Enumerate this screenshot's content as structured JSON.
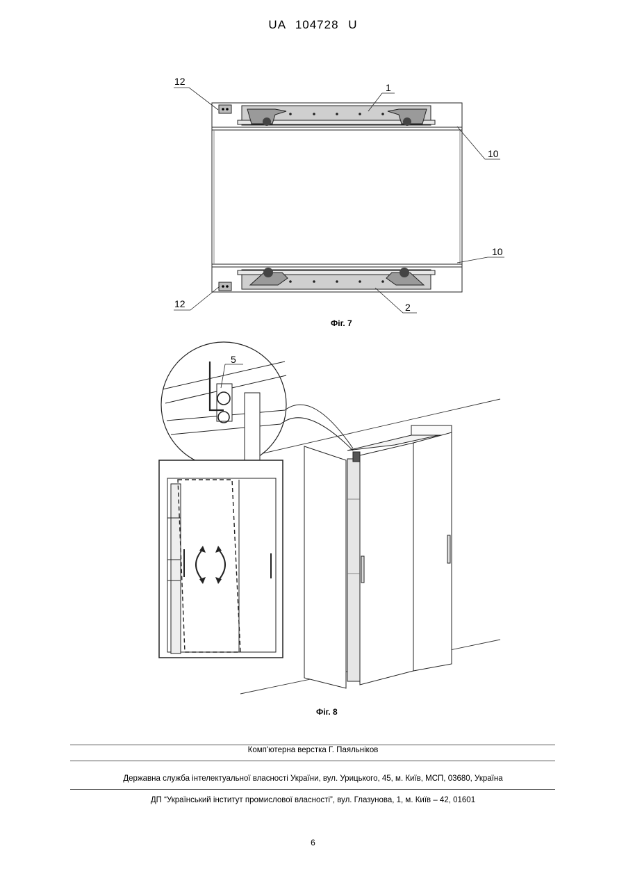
{
  "header": {
    "doc_number": "UA   104728   U"
  },
  "figure7": {
    "caption": "Фіг. 7",
    "labels": {
      "l1": "1",
      "l2": "2",
      "l10_top": "10",
      "l10_bottom": "10",
      "l12_top": "12",
      "l12_bottom": "12"
    }
  },
  "figure8": {
    "caption": "Фіг. 8",
    "labels": {
      "l5": "5"
    }
  },
  "footer": {
    "line1": "Комп'ютерна верстка Г. Паяльніков",
    "line2": "Державна служба інтелектуальної власності України, вул. Урицького, 45, м. Київ, МСП, 03680, Україна",
    "line3": "ДП “Український інститут промислової власності”, вул. Глазунова, 1, м. Київ – 42, 01601"
  },
  "page_number": "6"
}
